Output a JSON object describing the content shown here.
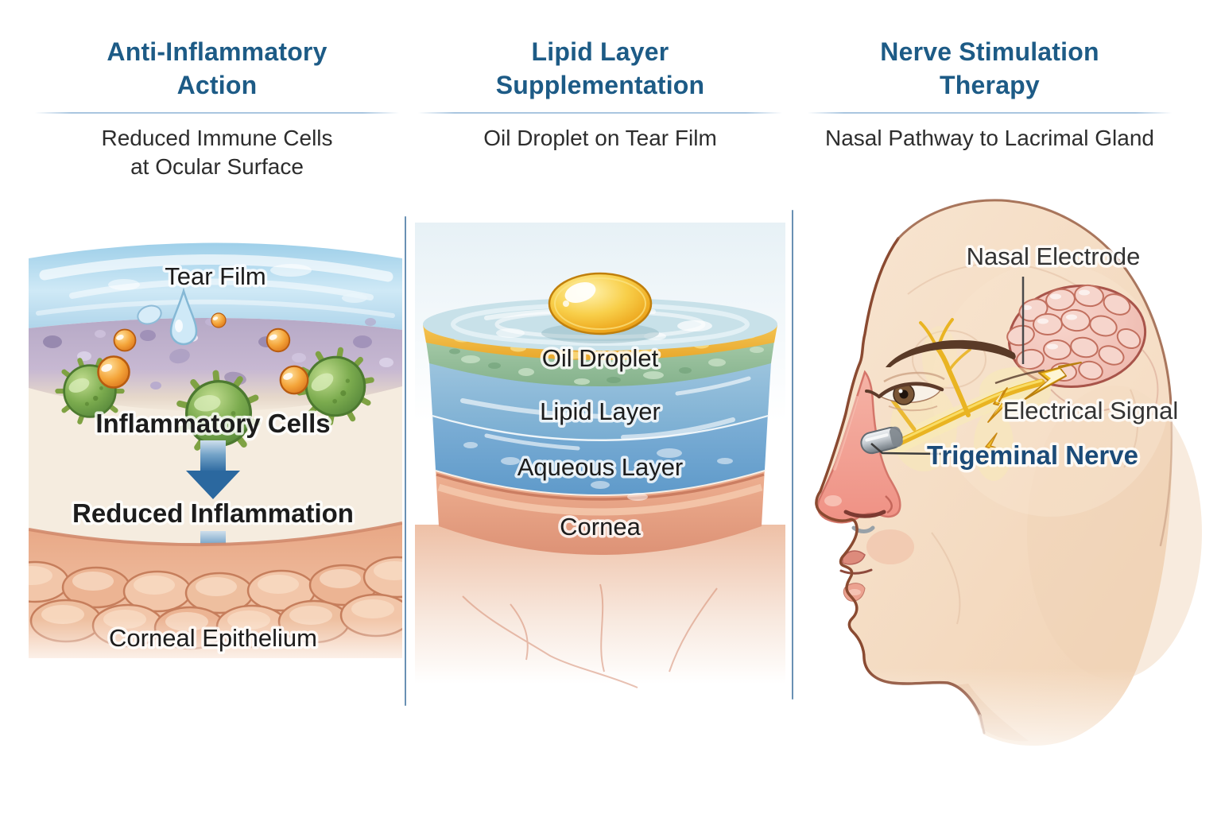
{
  "palette": {
    "title_blue": "#1d5b86",
    "header_divider_blue": "#a9c6e0",
    "panel_divider_blue": "#4f7ca6",
    "subtitle_gray": "#2d2d2d",
    "label_black": "#1c1c1c",
    "trigeminal_label_blue": "#1b4b78",
    "arrow_steel_blue": "#2b689f",
    "tear_film_blue": "#aed4ea",
    "inflammatory_band_purple": "#b6a9c6",
    "immune_cell_green": "#7bab4e",
    "droplet_orange": "#f4a53a",
    "epithelium_salmon": "#edb08d",
    "oil_gold": "#f2b82b",
    "lipid_layer_blue": "#79add2",
    "aqueous_layer_blue": "#5f9aca",
    "cornea_salmon": "#e09578",
    "nerve_yellow": "#e9b422",
    "gland_pink": "#f1c3ba",
    "skin_tone": "#f5dcc4",
    "electrode_silver": "#c6ccd2"
  },
  "panels": [
    {
      "id": "anti-inflammatory-action",
      "title_lines": [
        "Anti-Inflammatory",
        "Action"
      ],
      "subtitle_lines": [
        "Reduced Immune Cells",
        "at Ocular Surface"
      ],
      "labels": {
        "tear_film": "Tear Film",
        "inflammatory_cells": "Inflammatory Cells",
        "reduced_inflammation": "Reduced Inflammation",
        "corneal_epithelium": "Corneal Epithelium"
      }
    },
    {
      "id": "lipid-layer-supplementation",
      "title_lines": [
        "Lipid Layer",
        "Supplementation"
      ],
      "subtitle_lines": [
        "Oil Droplet on Tear Film"
      ],
      "labels": {
        "oil_droplet": "Oil Droplet",
        "lipid_layer": "Lipid Layer",
        "aqueous_layer": "Aqueous Layer",
        "cornea": "Cornea"
      }
    },
    {
      "id": "nerve-stimulation-therapy",
      "title_lines": [
        "Nerve Stimulation",
        "Therapy"
      ],
      "subtitle_lines": [
        "Nasal Pathway to Lacrimal Gland"
      ],
      "labels": {
        "nasal_electrode": "Nasal Electrode",
        "electrical_signal": "Electrical Signal",
        "trigeminal_nerve": "Trigeminal Nerve"
      }
    }
  ]
}
